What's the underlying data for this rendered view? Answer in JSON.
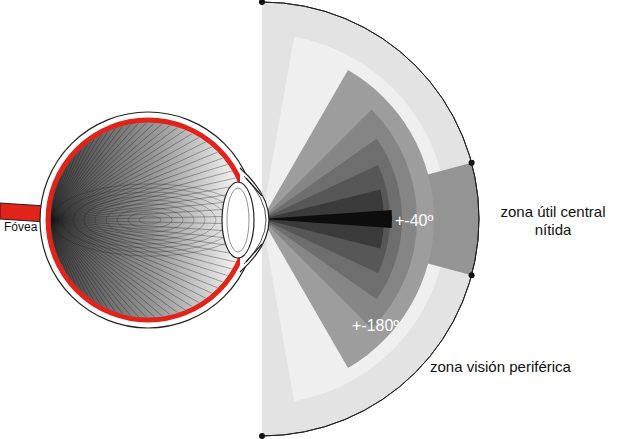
{
  "diagram": {
    "labels": [
      "Fóvea",
      "+-40º",
      "zona útil central nítida",
      "+-180º",
      "zona visión periférica"
    ]
  }
}
